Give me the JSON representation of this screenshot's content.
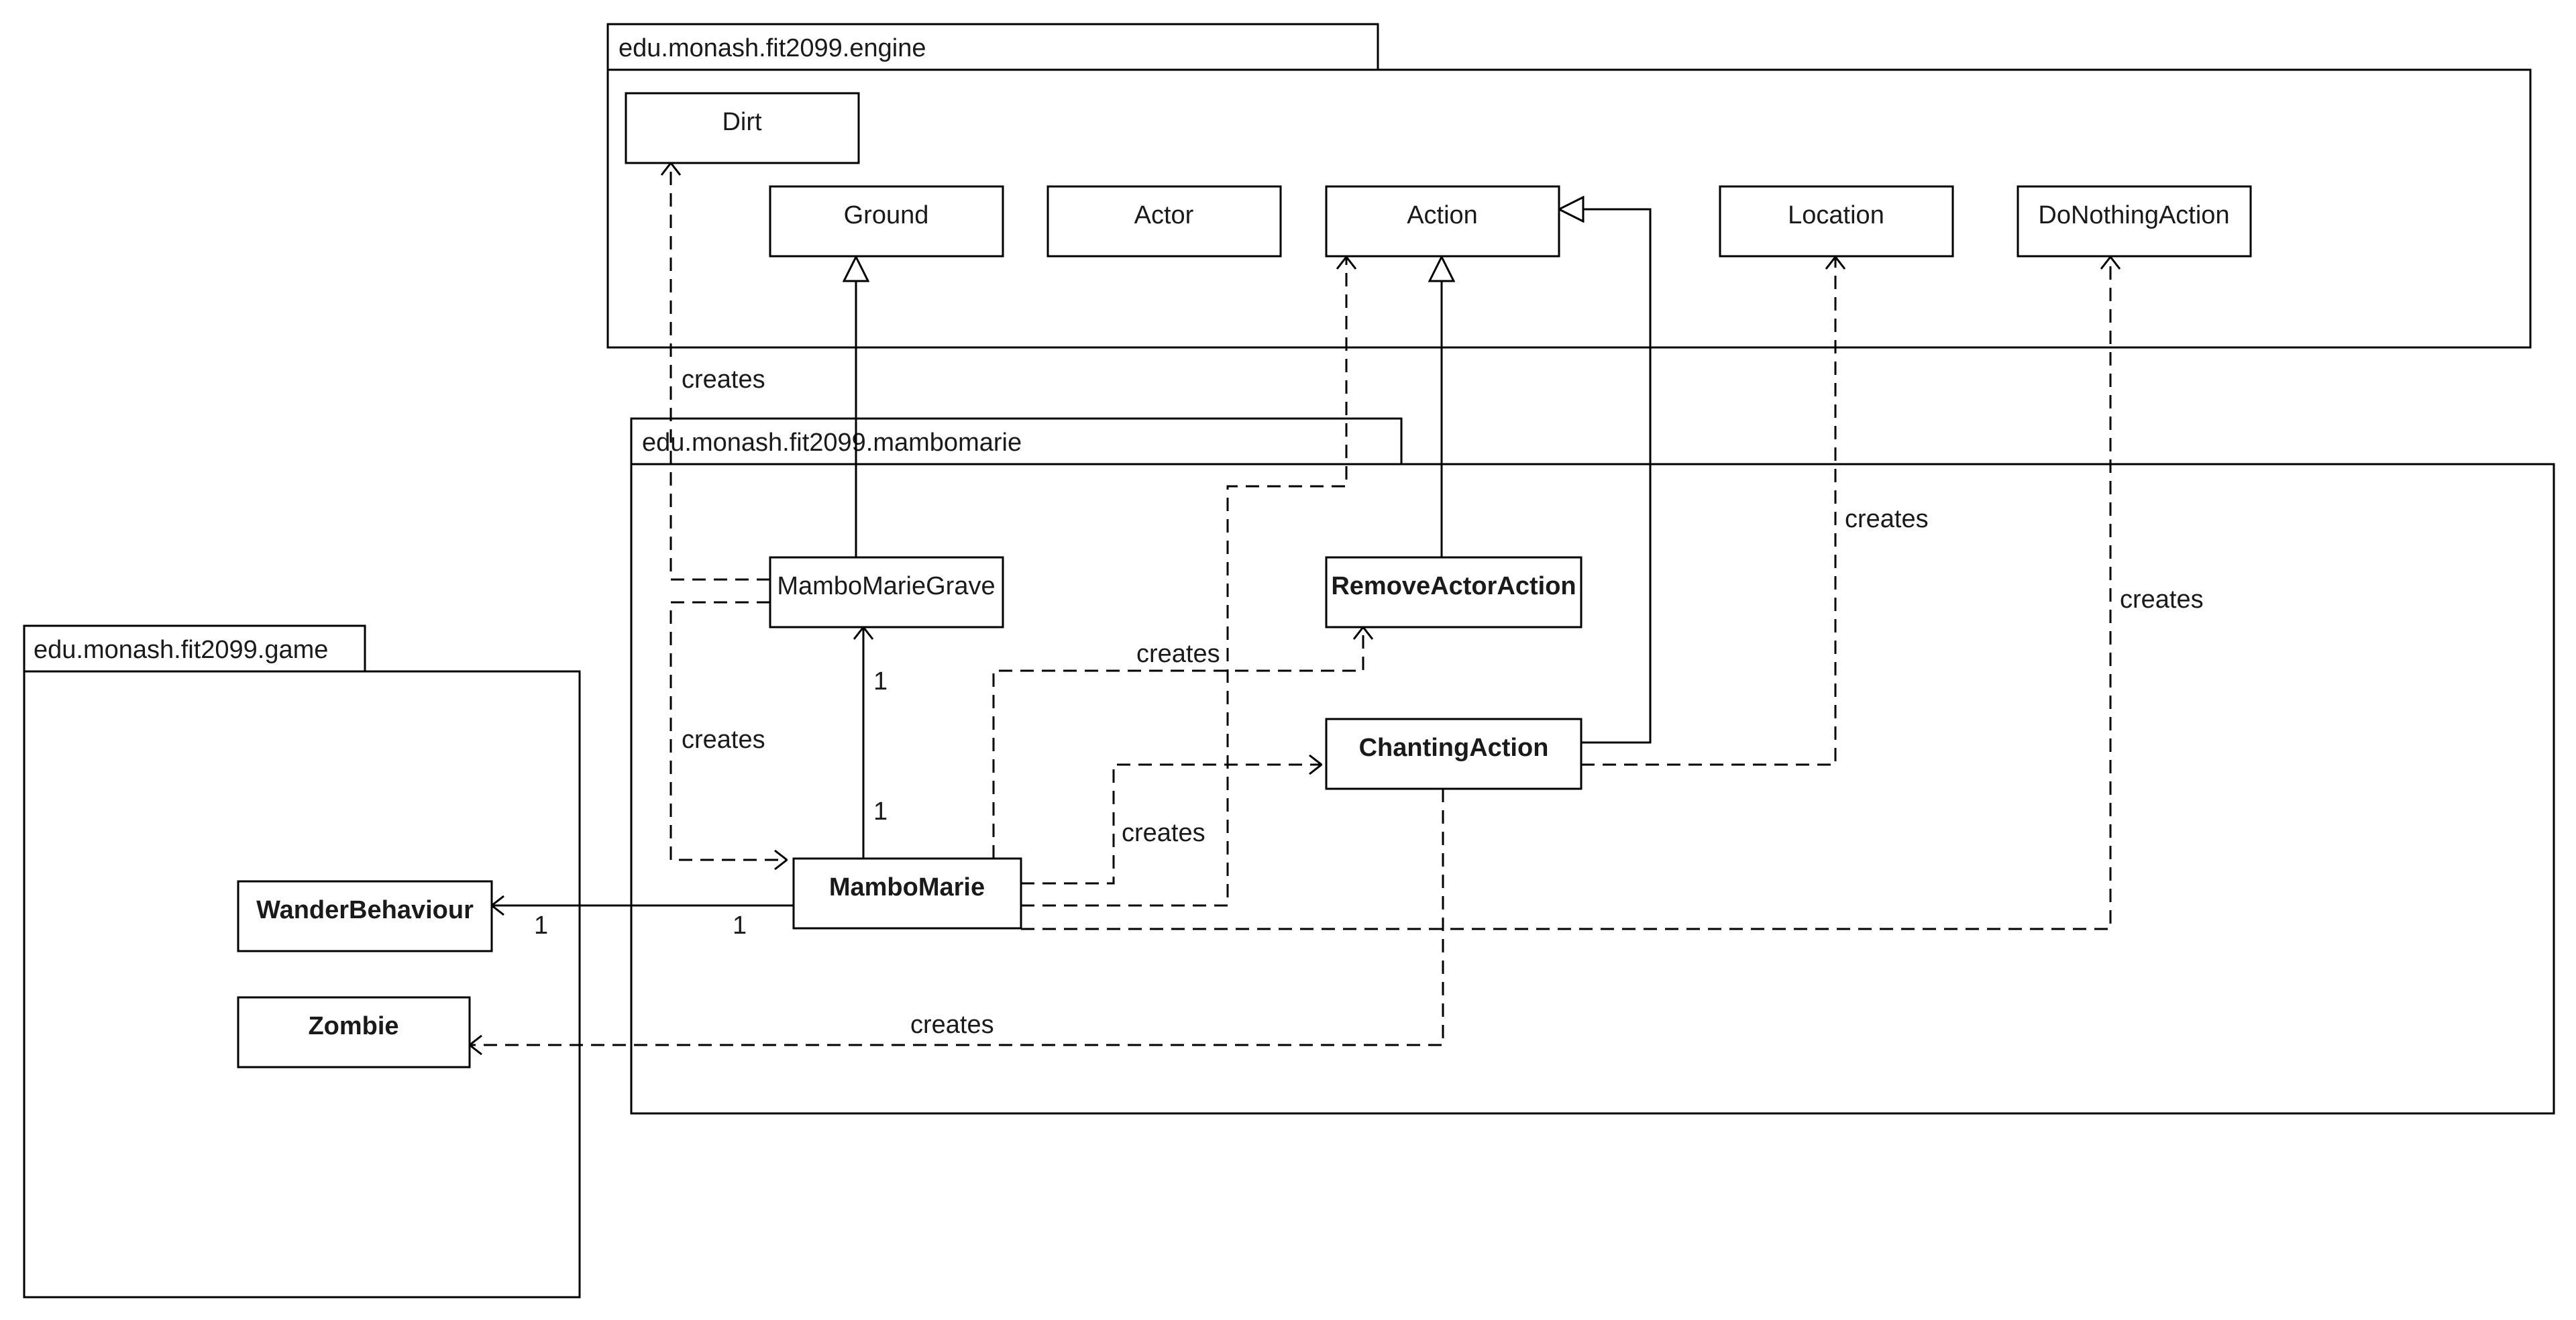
{
  "packages": {
    "engine": "edu.monash.fit2099.engine",
    "mambomarie": "edu.monash.fit2099.mambomarie",
    "game": "edu.monash.fit2099.game"
  },
  "classes": {
    "dirt": "Dirt",
    "ground": "Ground",
    "actor": "Actor",
    "action": "Action",
    "location": "Location",
    "do_nothing_action": "DoNothingAction",
    "mambo_marie_grave": "MamboMarieGrave",
    "remove_actor_action": "RemoveActorAction",
    "chanting_action": "ChantingAction",
    "mambo_marie": "MamboMarie",
    "wander_behaviour": "WanderBehaviour",
    "zombie": "Zombie"
  },
  "labels": {
    "creates": "creates",
    "one": "1"
  }
}
